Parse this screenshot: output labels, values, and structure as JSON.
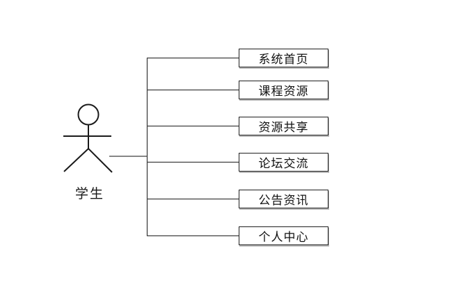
{
  "diagram": {
    "actor": {
      "label": "学生"
    },
    "use_cases": [
      {
        "label": "系统首页"
      },
      {
        "label": "课程资源"
      },
      {
        "label": "资源共享"
      },
      {
        "label": "论坛交流"
      },
      {
        "label": "公告资讯"
      },
      {
        "label": "个人中心"
      }
    ],
    "colors": {
      "background": "#ffffff",
      "figure_stroke": "#1a1a1a",
      "connector_stroke": "#3f3f3f",
      "box_border": "#1f1f1f",
      "text": "#111111"
    }
  }
}
